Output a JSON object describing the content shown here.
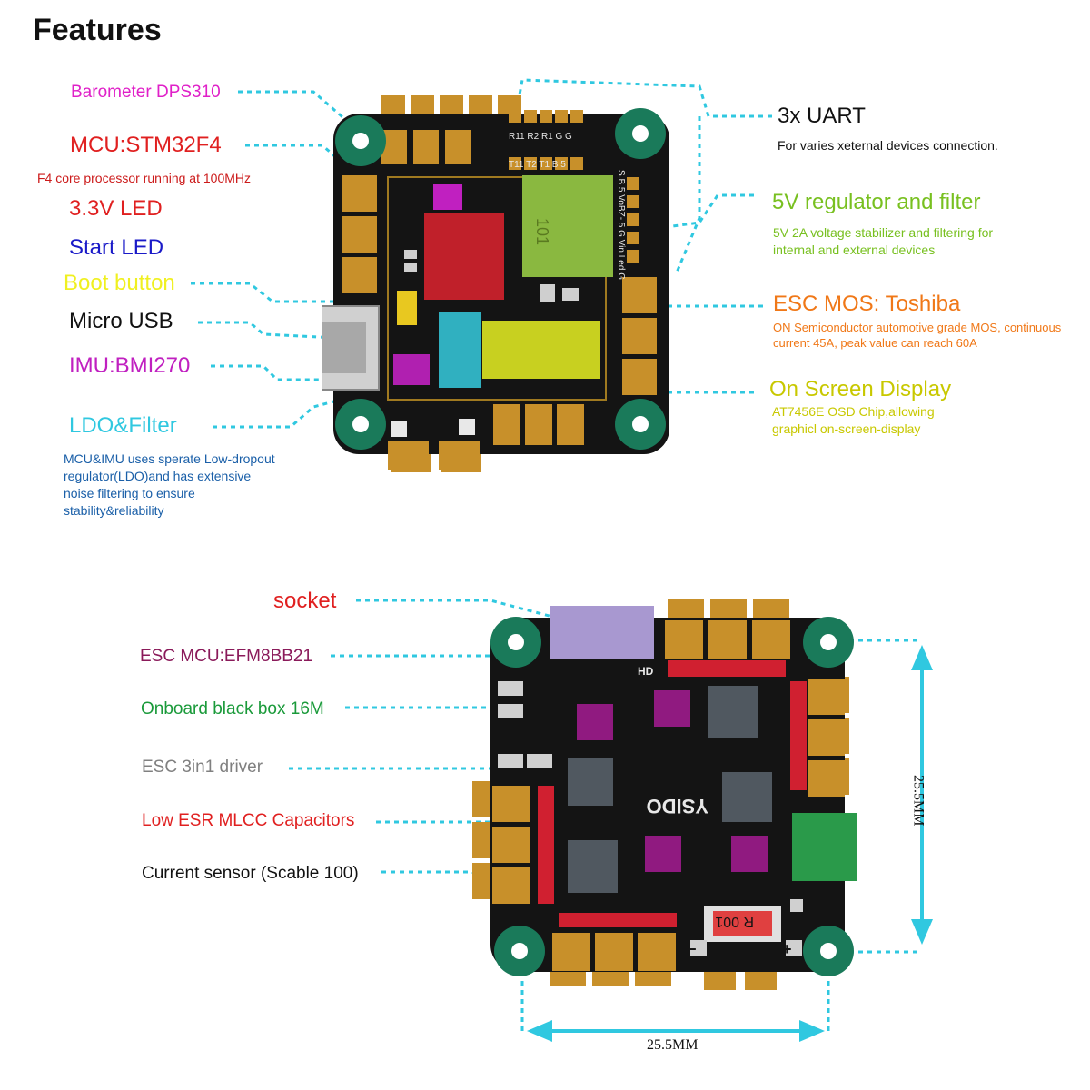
{
  "title": "Features",
  "colors": {
    "magenta": "#e020c8",
    "red": "#e02020",
    "darkred": "#cc1a1a",
    "blue": "#1a1ac8",
    "yellow": "#f0f020",
    "black": "#111111",
    "purple": "#c020c0",
    "cyan": "#30c8e0",
    "teal_blue": "#1a5fa8",
    "green": "#78c020",
    "orange": "#f07818",
    "gold": "#c8a000",
    "wine": "#8a1a5a",
    "dark_green": "#1a9a3a",
    "gray": "#808080",
    "pcb": "#141414",
    "pad": "#c8902a",
    "mount": "#1a7a5a",
    "leader": "#30c8e0"
  },
  "top_board": {
    "left_labels": {
      "barometer": "Barometer DPS310",
      "mcu": "MCU:STM32F4",
      "mcu_desc": "F4 core processor running at 100MHz",
      "led_33": "3.3V LED",
      "start_led": "Start  LED",
      "boot": "Boot button",
      "usb": "Micro USB",
      "imu": "IMU:BMI270",
      "ldo": "LDO&Filter",
      "ldo_desc": "MCU&IMU uses sperate Low-dropout regulator(LDO)and has extensive noise filtering to ensure stability&reliability"
    },
    "right_labels": {
      "uart": "3x UART",
      "uart_desc": "For varies xeternal devices connection.",
      "regulator": "5V regulator and filter",
      "regulator_desc": "5V 2A voltage stabilizer and filtering for internal and external devices",
      "esc_mos": "ESC MOS: Toshiba",
      "esc_mos_desc": "ON Semiconductor automotive grade MOS, continuous current 45A, peak value can reach 60A",
      "osd": "On Screen Display",
      "osd_desc": "AT7456E OSD Chip,allowing graphicl on-screen-display"
    },
    "silkscreen": {
      "row1": "R11 R2 R1  G  G",
      "row2": "T11 T2  T1  B  5",
      "side": "S.B 5 VoBZ- 5 G Vin Led G",
      "reg_mark": "101"
    }
  },
  "bottom_board": {
    "left_labels": {
      "socket": "socket",
      "esc_mcu": "ESC MCU:EFM8BB21",
      "blackbox": "Onboard black box 16M",
      "driver": "ESC 3in1 driver",
      "mlcc": "Low ESR MLCC Capacitors",
      "sensor": "Current sensor (Scable 100)"
    },
    "dimensions": {
      "width": "25.5MM",
      "height": "25.5MM"
    },
    "silkscreen": {
      "brand": "YSIDO",
      "hd": "HD",
      "shunt": "R 001",
      "minus": "−",
      "plus": "+"
    }
  }
}
